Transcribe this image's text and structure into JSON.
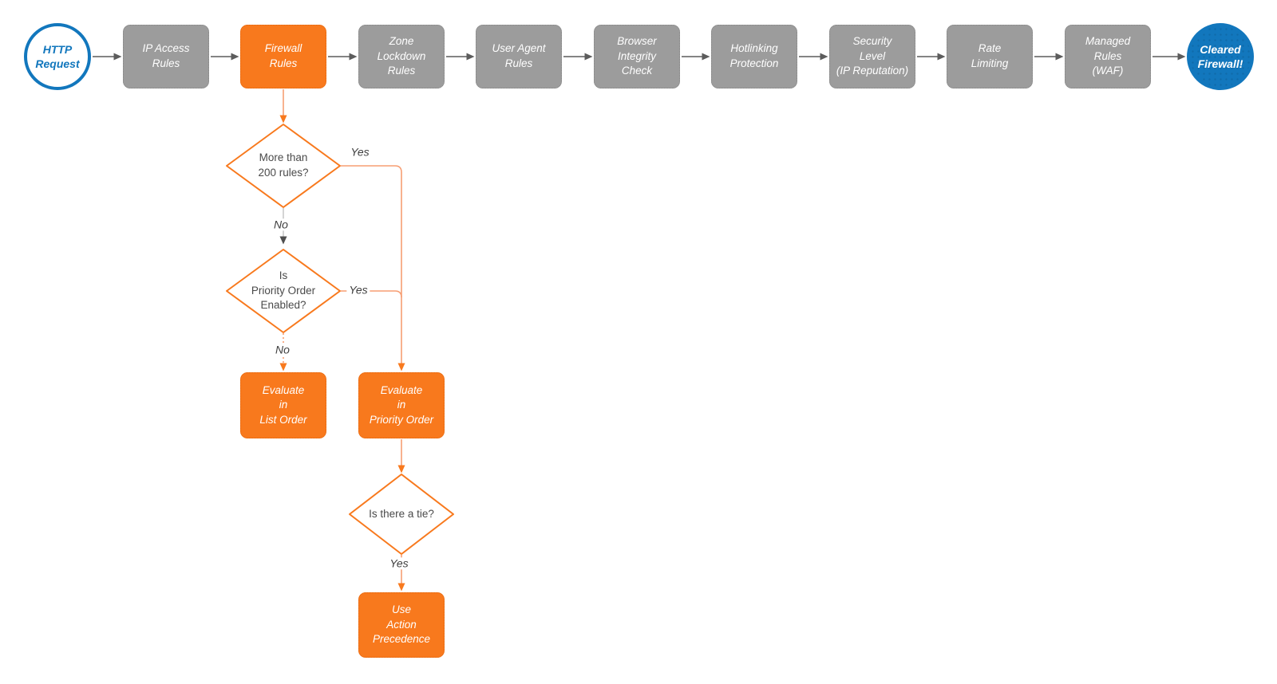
{
  "colors": {
    "accent_orange": "#F8791D",
    "connector_orange_light": "#F79E73",
    "accent_blue": "#1277BD",
    "stage_gray": "#9C9C9C",
    "arrow_gray": "#5C5C5C"
  },
  "flow": {
    "start_label": "HTTP\nRequest",
    "stages": [
      {
        "label": "IP Access\nRules"
      },
      {
        "label": "Firewall\nRules"
      },
      {
        "label": "Zone\nLockdown\nRules"
      },
      {
        "label": "User Agent\nRules"
      },
      {
        "label": "Browser\nIntegrity\nCheck"
      },
      {
        "label": "Hotlinking\nProtection"
      },
      {
        "label": "Security\nLevel\n(IP Reputation)"
      },
      {
        "label": "Rate\nLimiting"
      },
      {
        "label": "Managed\nRules\n(WAF)"
      }
    ],
    "end_label": "Cleared\nFirewall!"
  },
  "firewall_branch": {
    "decision_rules_count": {
      "question": "More than\n200 rules?",
      "yes_label": "Yes",
      "no_label": "No"
    },
    "decision_priority_order": {
      "question": "Is\nPriority Order\nEnabled?",
      "yes_label": "Yes",
      "no_label": "No"
    },
    "evaluate_list_order": {
      "label": "Evaluate\nin\nList Order"
    },
    "evaluate_priority_order": {
      "label": "Evaluate\nin\nPriority Order"
    },
    "decision_tie": {
      "question": "Is there a tie?",
      "yes_label": "Yes"
    },
    "use_action_precedence": {
      "label": "Use\nAction\nPrecedence"
    }
  }
}
